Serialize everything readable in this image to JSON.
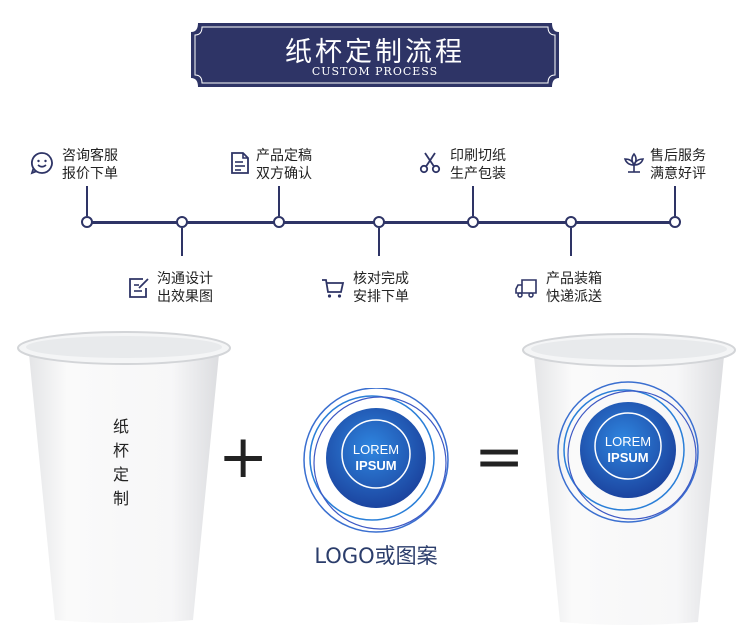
{
  "banner": {
    "title_cn": "纸杯定制流程",
    "title_en": "CUSTOM PROCESS"
  },
  "steps_top": [
    {
      "line1": "咨询客服",
      "line2": "报价下单",
      "icon": "smiley-chat-icon"
    },
    {
      "line1": "产品定稿",
      "line2": "双方确认",
      "icon": "document-icon"
    },
    {
      "line1": "印刷切纸",
      "line2": "生产包装",
      "icon": "scissors-icon"
    },
    {
      "line1": "售后服务",
      "line2": "满意好评",
      "icon": "flower-icon"
    }
  ],
  "steps_bottom": [
    {
      "line1": "沟通设计",
      "line2": "出效果图",
      "icon": "edit-icon"
    },
    {
      "line1": "核对完成",
      "line2": "安排下单",
      "icon": "cart-icon"
    },
    {
      "line1": "产品装箱",
      "line2": "快递派送",
      "icon": "truck-icon"
    }
  ],
  "cup_label": "纸杯定制",
  "operators": {
    "plus": "+",
    "equals": "="
  },
  "logo": {
    "line1": "LOREM",
    "line2": "IPSUM",
    "caption": "LOGO或图案"
  },
  "colors": {
    "navy": "#2e3466",
    "logo_blue": "#1f56b4",
    "logo_ring": "#2b7fd8",
    "cup_rim": "#f2f3f4"
  }
}
